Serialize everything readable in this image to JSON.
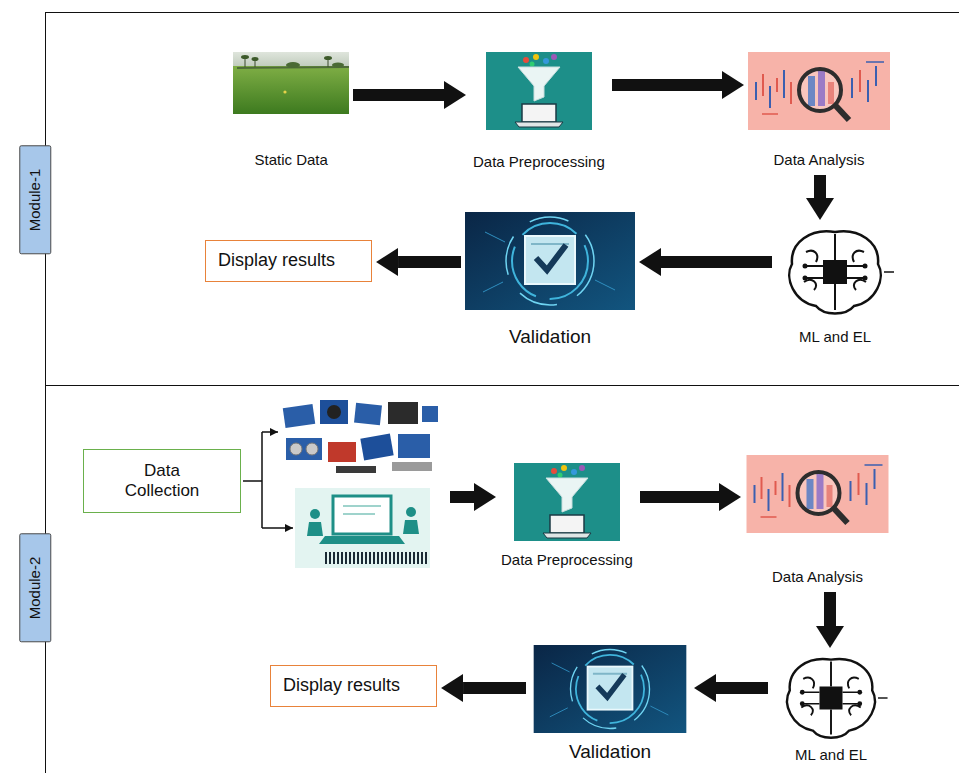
{
  "diagram": {
    "nodes": [
      {
        "text": [
          "Module-1"
        ]
      },
      {
        "text": [
          "Static Data"
        ],
        "in": 0
      },
      {
        "text": [
          "Data Preprocessing"
        ],
        "in": 0
      },
      {
        "text": [
          "Data Analysis"
        ],
        "in": 0
      },
      {
        "text": [
          "ML and EL"
        ],
        "in": 0
      },
      {
        "text": [
          "Validation"
        ],
        "in": 0
      },
      {
        "text": [
          "Display results"
        ],
        "in": 0
      },
      {
        "text": [
          "Module-2"
        ]
      },
      {
        "text": [
          "Data Collection"
        ],
        "in": 7
      },
      {
        "text": [
          "Data Preprocessing"
        ],
        "in": 7
      },
      {
        "text": [
          "Data Analysis"
        ],
        "in": 7
      },
      {
        "text": [
          "ML and EL"
        ],
        "in": 7
      },
      {
        "text": [
          "Validation"
        ],
        "in": 7
      },
      {
        "text": [
          "Display results"
        ],
        "in": 7
      }
    ],
    "edges": [
      {
        "from": 1,
        "to": 2,
        "arrow": "to"
      },
      {
        "from": 2,
        "to": 3,
        "arrow": "to"
      },
      {
        "from": 3,
        "to": 4,
        "arrow": "to"
      },
      {
        "from": 4,
        "to": 5,
        "arrow": "to"
      },
      {
        "from": 5,
        "to": 6,
        "arrow": "to"
      },
      {
        "from": 9,
        "to": 10,
        "arrow": "to"
      },
      {
        "from": 10,
        "to": 11,
        "arrow": "to"
      },
      {
        "from": 11,
        "to": 12,
        "arrow": "to"
      },
      {
        "from": 12,
        "to": 13,
        "arrow": "to"
      }
    ]
  }
}
